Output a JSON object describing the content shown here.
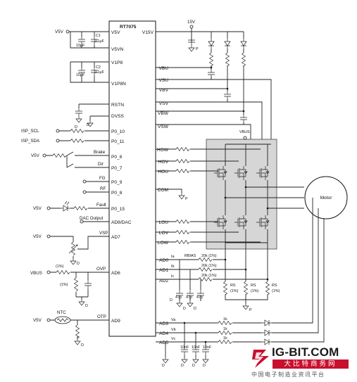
{
  "chip": {
    "name": "RT7075"
  },
  "left_pins": {
    "v5v": "V5V",
    "v5vn": "V5VN",
    "v1p8": "V1P8",
    "v1p8n": "V1P8N",
    "rstn": "RSTN",
    "dvss": "DVSS",
    "p0_10": "P0_10",
    "p0_11": "P0_11",
    "p0_6": "P0_6",
    "p0_7": "P0_7",
    "p0_9": "P0_9",
    "p0_8": "P0_8",
    "p0_15": "P0_15",
    "ad8": "AD8/DAC",
    "ad7": "AD7",
    "ad6": "AD6",
    "ad9": "AD9"
  },
  "right_pins": {
    "v15v": "V15V",
    "vbu": "VBU",
    "vsu": "VSU",
    "vbv": "VBV",
    "vsv": "VSV",
    "vbw": "VBW",
    "vsw": "VSW",
    "how": "HOW",
    "hov": "HOV",
    "hou": "HOU",
    "com": "COM",
    "lou": "LOU",
    "lov": "LOV",
    "low": "LOW",
    "ad0": "AD0",
    "ad1": "AD1",
    "ad2": "AD2",
    "ad3": "AD3",
    "ad4": "AD4",
    "ad5": "AD5"
  },
  "left_labels": {
    "v5v_top": "V5V",
    "c1": "C1",
    "c2": "C2",
    "cap_10uf_1": "10μF",
    "cap_01uf_1": "0.1μF",
    "cap_10uf_2": "10μF",
    "cap_01uf_2": "0.1μF",
    "gnd_d_rst": "D",
    "gnd_d_dvss": "D",
    "isp_scl": "ISP_SCL",
    "isp_sda": "ISP_SDA",
    "v5v_brake": "V5V",
    "brake": "Brake",
    "dir": "Dir",
    "fg": "FG",
    "rf": "RF",
    "v5v_fault": "V5V",
    "fault": "Fault",
    "dac_output": "DAC Output",
    "v5v_sp": "V5V",
    "vsp": "VSP",
    "gnd_d_sp": "D",
    "vbus_ovp": "VBUS",
    "pct1": "(1%)",
    "pct2": "(1%)",
    "ovp": "OVP",
    "gnd_d_ovp": "D",
    "v5v_ntc": "V5V",
    "ntc": "NTC",
    "otp": "OTP",
    "gnd_d_ntc": "D"
  },
  "right_labels": {
    "v15_top": "15V",
    "gnd_p_top": "P",
    "gnd_p_com": "P",
    "vbus_bridge": "VBUS",
    "ia": "Ia",
    "ib": "Ib",
    "ic": "Ic",
    "rbias": "RBIAS",
    "r20k_1": "20k (1%)",
    "r20k_2": "20k (1%)",
    "r20k_3": "20k (1%)",
    "c47p_1": "47p",
    "c47p_2": "47p",
    "c47p_3": "47p",
    "rs_1": "RS",
    "rs_1pct": "(1%)",
    "rs_2": "RS",
    "rs_2pct": "(1%)",
    "rs_3": "RS",
    "rs_3pct": "(1%)",
    "gnd_p_rs": "P",
    "gnd_d_ad0": "D",
    "gnd_d_47_1": "D",
    "gnd_d_47_2": "D",
    "va": "Va",
    "vb": "Vb",
    "vc": "Vc",
    "r1k_1": "1k",
    "r1k_2": "1k",
    "r1k_3": "1k",
    "c10nf_1": "10nF",
    "c10nf_2": "10nF",
    "c10nf_3": "10nF",
    "gnd_d_bot1": "D",
    "gnd_d_bot2": "D",
    "gnd_d_bot3": "D",
    "gnd_d_bot4": "D"
  },
  "motor": {
    "label": "Motor"
  },
  "watermark": {
    "brand": "IG-BIT.COM",
    "cn_tagline": "大比特商务网",
    "cn_subtitle": "中国电子制造业资讯平台"
  }
}
